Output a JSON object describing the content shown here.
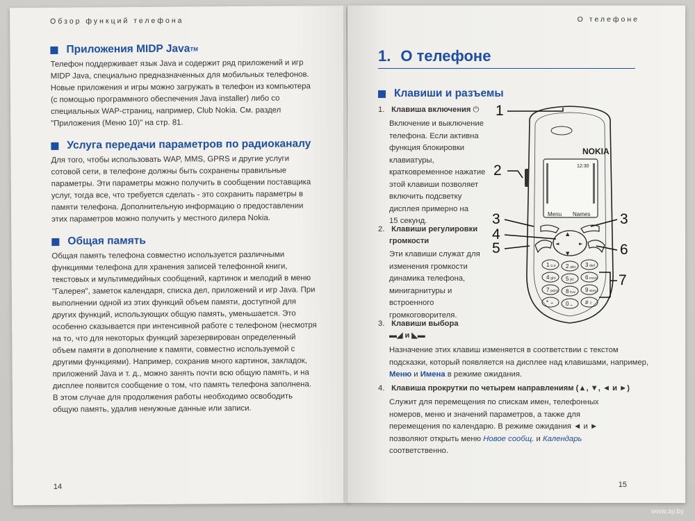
{
  "left_page": {
    "running_head": "Обзор функций телефона",
    "page_number": "14",
    "sections": [
      {
        "title": "Приложения MIDP Java",
        "title_sup": "TM",
        "text": "Телефон поддерживает язык Java и содержит ряд приложений и игр MIDP Java, специально предназначенных для мобильных телефонов. Новые приложения и игры можно загружать в телефон из компьютера (с помощью программного обеспечения Java installer) либо со специальных WAP-страниц, например, Club Nokia. См. раздел \"Приложения (Меню 10)\" на стр. 81."
      },
      {
        "title": "Услуга передачи параметров по радиоканалу",
        "text": "Для того, чтобы использовать WAP, MMS, GPRS и другие услуги сотовой сети, в телефоне должны быть сохранены правильные параметры. Эти параметры можно получить в сообщении поставщика услуг, тогда все, что требуется сделать - это сохранить параметры в памяти телефона. Дополнительную информацию о предоставлении этих параметров можно получить у местного дилера Nokia."
      },
      {
        "title": "Общая память",
        "text": "Общая память телефона совместно используется различными функциями телефона для хранения записей телефонной книги, текстовых и мультимедийных сообщений, картинок и мелодий в меню \"Галерея\", заметок календаря, списка дел, приложений и игр Java. При выполнении одной из этих функций объем памяти, доступной для других функций, использующих общую память, уменьшается. Это особенно сказывается при интенсивной работе с телефоном (несмотря на то, что для некоторых функций зарезервирован определенный объем памяти в дополнение к памяти, совместно используемой с другими функциями). Например, сохранив много картинок, закладок, приложений Java и т. д., можно занять почти всю общую память, и на дисплее появится сообщение о том, что память телефона заполнена. В этом случае для продолжения работы необходимо освободить общую память, удалив ненужные данные или записи."
      }
    ]
  },
  "right_page": {
    "running_head": "О телефоне",
    "page_number": "15",
    "chapter_number": "1.",
    "chapter_title": "О телефоне",
    "section_title": "Клавиши и разъемы",
    "items": [
      {
        "num": "1.",
        "title": "Клавиша включения",
        "icon": "power-icon",
        "lines": [
          "Включение и выключение",
          "телефона. Если активна",
          "функция блокировки",
          "клавиатуры,",
          "кратковременное нажатие",
          "этой клавиши позволяет",
          "включить подсветку",
          "дисплея примерно на",
          "15 секунд."
        ]
      },
      {
        "num": "2.",
        "title_lines": [
          "Клавиши регулировки",
          "громкости"
        ],
        "lines": [
          "Эти клавиши служат для",
          "изменения громкости",
          "динамика телефона,",
          "минигарнитуры и",
          "встроенного",
          "громкоговорителя."
        ]
      },
      {
        "num": "3.",
        "title": "Клавиши выбора",
        "symbol": "▬◢ и ◣▬",
        "text_before": "Назначение этих клавиш изменяется в соответствии с текстом подсказки, который появляется на дисплее над клавишами, например, ",
        "word1": "Меню",
        "and": " и ",
        "word2": "Имена",
        "text_after": " в режиме ожидания."
      },
      {
        "num": "4.",
        "title": "Клавиша прокрутки по четырем направлениям",
        "title_suffix": " (▲, ▼, ◄ и ►)",
        "text_before": "Служит для перемещения по спискам имен, телефонных номеров, меню и значений параметров, а также для перемещения по календарю. В режиме ожидания ◄ и ► позволяют открыть меню ",
        "link1": "Новое сообщ.",
        "and": " и ",
        "link2": "Календарь",
        "text_after": " соответственно."
      }
    ],
    "phone": {
      "brand": "NOKIA",
      "clock": "12:30",
      "softkey_left": "Menu",
      "softkey_right": "Names",
      "keys": [
        {
          "main": "1",
          "sub": "o.o"
        },
        {
          "main": "2",
          "sub": "abc"
        },
        {
          "main": "3",
          "sub": "def"
        },
        {
          "main": "4",
          "sub": "ghi"
        },
        {
          "main": "5",
          "sub": "jkl"
        },
        {
          "main": "6",
          "sub": "mno"
        },
        {
          "main": "7",
          "sub": "pqrs"
        },
        {
          "main": "8",
          "sub": "tuv"
        },
        {
          "main": "9",
          "sub": "wxyz"
        },
        {
          "main": "*",
          "sub": "+"
        },
        {
          "main": "0",
          "sub": "⌴"
        },
        {
          "main": "#",
          "sub": "⇧"
        }
      ],
      "callouts": [
        "1",
        "2",
        "3",
        "3",
        "4",
        "5",
        "6",
        "7"
      ]
    }
  },
  "watermark": "www.ay.by",
  "colors": {
    "accent": "#1e4ea2",
    "paper": "#f3f2ee",
    "text": "#333333"
  }
}
